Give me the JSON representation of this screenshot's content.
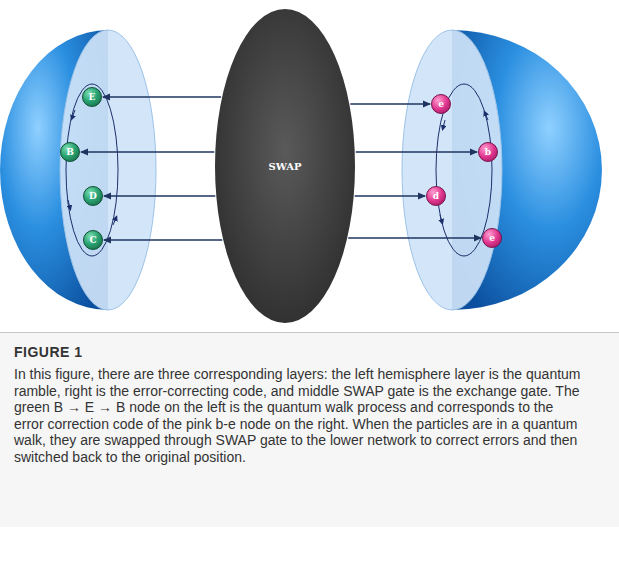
{
  "diagram": {
    "caption": "In this figure, there are three corresponding layers: the left hemisphere layer is the quantum ramble, right is the error-correcting code, and middle SWAP gate is the exchange gate. The green B → E → B node on the left is the quantum walk process and corresponds to the error correction code of the pink b-e node on the right. When the particles are in a quantum walk, they are swapped through SWAP gate to the lower network to correct errors and then switched back to the original position.",
    "nodes": [
      {
        "text": [
          "E"
        ]
      },
      {
        "text": [
          "B"
        ]
      },
      {
        "text": [
          "D"
        ]
      },
      {
        "text": [
          "C"
        ]
      },
      {
        "text": [
          "SWAP"
        ]
      },
      {
        "text": [
          "e"
        ]
      },
      {
        "text": [
          "b"
        ]
      },
      {
        "text": [
          "d"
        ]
      },
      {
        "text": [
          "e"
        ]
      }
    ],
    "edges": [
      {
        "from": 4,
        "to": 0,
        "arrow": "to"
      },
      {
        "from": 4,
        "to": 1,
        "arrow": "to"
      },
      {
        "from": 4,
        "to": 2,
        "arrow": "to"
      },
      {
        "from": 4,
        "to": 3,
        "arrow": "to"
      },
      {
        "from": 4,
        "to": 5,
        "arrow": "to"
      },
      {
        "from": 4,
        "to": 6,
        "arrow": "to"
      },
      {
        "from": 4,
        "to": 7,
        "arrow": "to"
      },
      {
        "from": 4,
        "to": 8,
        "arrow": "to"
      }
    ],
    "labels": [
      "FIGURE 1"
    ]
  }
}
